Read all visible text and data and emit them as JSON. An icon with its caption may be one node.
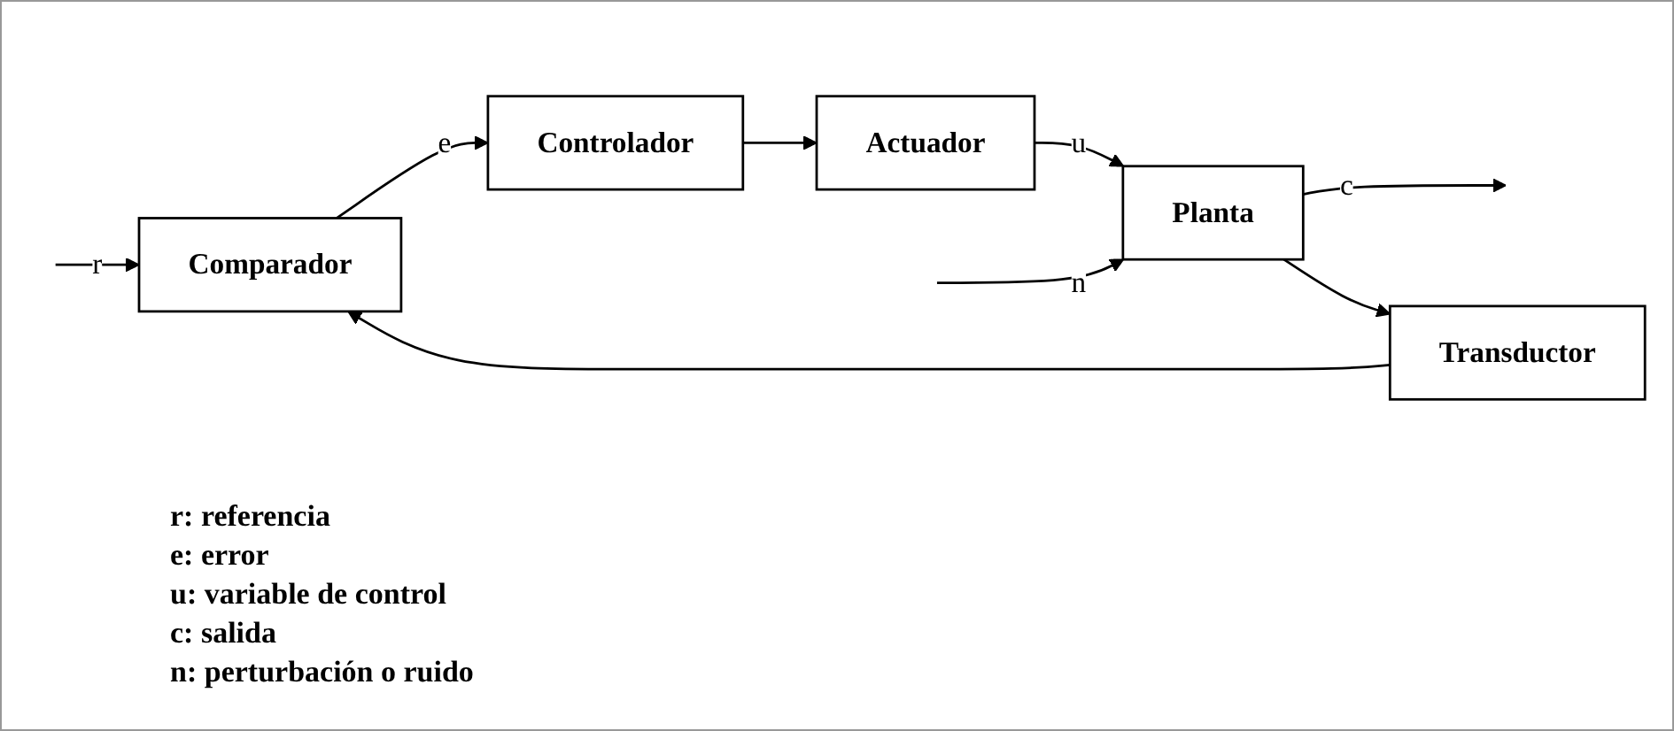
{
  "diagram": {
    "nodes": [
      {
        "text": [
          "Comparador"
        ]
      },
      {
        "text": [
          "Controlador"
        ]
      },
      {
        "text": [
          "Actuador"
        ]
      },
      {
        "text": [
          "Planta"
        ]
      },
      {
        "text": [
          "Transductor"
        ]
      }
    ],
    "edges": [
      {
        "from": null,
        "to": 0,
        "arrow": "to",
        "label": "r"
      },
      {
        "from": 0,
        "to": 1,
        "arrow": "to",
        "label": "e"
      },
      {
        "from": 1,
        "to": 2,
        "arrow": "to"
      },
      {
        "from": 2,
        "to": 3,
        "arrow": "to",
        "label": "u"
      },
      {
        "from": null,
        "to": 3,
        "arrow": "to",
        "label": "n"
      },
      {
        "from": 3,
        "to": null,
        "arrow": "to",
        "label": "c"
      },
      {
        "from": 3,
        "to": 4,
        "arrow": "to"
      },
      {
        "from": 4,
        "to": 0,
        "arrow": "to"
      }
    ],
    "labels": [
      "r: referencia",
      "e: error",
      "u: variable de control",
      "c: salida",
      "n: perturbación o ruido"
    ]
  }
}
